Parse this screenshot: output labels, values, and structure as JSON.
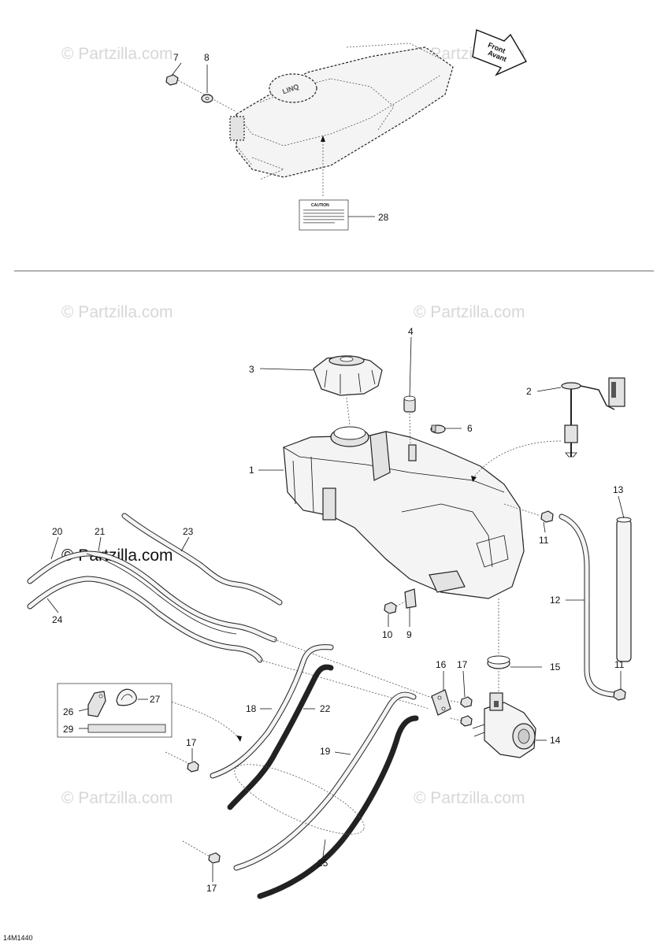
{
  "watermark": "© Partzilla.com",
  "front_arrow": {
    "line1": "Front",
    "line2": "Avant"
  },
  "caution_label": {
    "title": "CAUTION"
  },
  "callouts": {
    "c1": "1",
    "c2": "2",
    "c3": "3",
    "c4": "4",
    "c6": "6",
    "c7": "7",
    "c8": "8",
    "c9": "9",
    "c10": "10",
    "c11a": "11",
    "c11b": "11",
    "c12": "12",
    "c13": "13",
    "c14": "14",
    "c15": "15",
    "c16": "16",
    "c17a": "17",
    "c17b": "17",
    "c17c": "17",
    "c18": "18",
    "c19": "19",
    "c20": "20",
    "c21": "21",
    "c22": "22",
    "c23": "23",
    "c24": "24",
    "c25": "25",
    "c26": "26",
    "c27": "27",
    "c28": "28",
    "c29": "29"
  },
  "diagram_code": "14M1440"
}
